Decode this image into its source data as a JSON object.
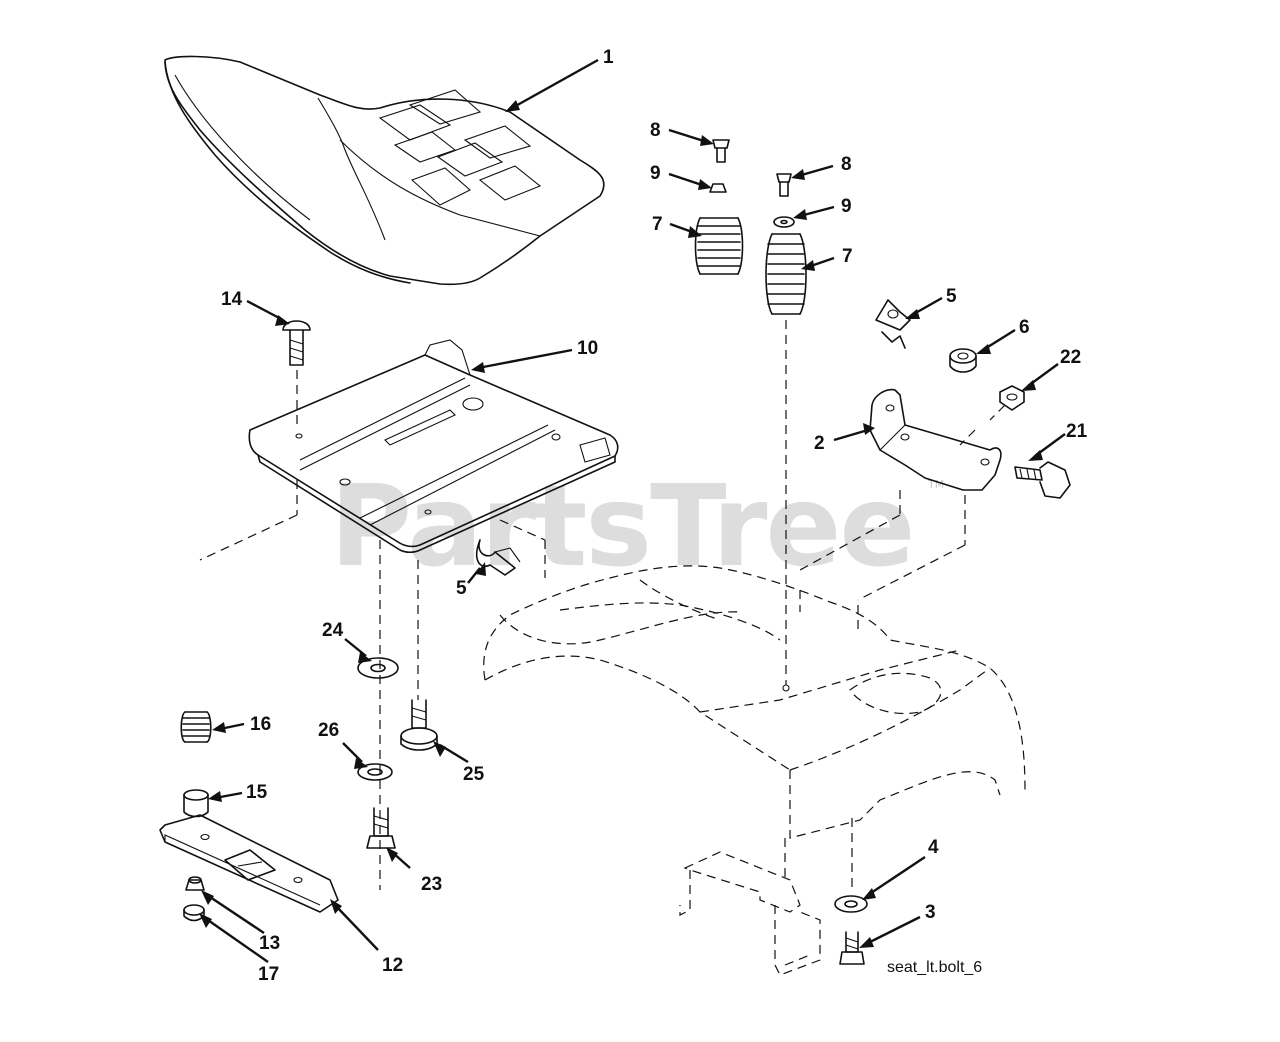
{
  "watermark": {
    "text": "PartsTree",
    "tm": "TM"
  },
  "diagram_code": "seat_lt.bolt_6",
  "callouts": [
    "1",
    "2",
    "3",
    "4",
    "5",
    "5",
    "6",
    "7",
    "7",
    "8",
    "8",
    "9",
    "9",
    "10",
    "12",
    "13",
    "14",
    "15",
    "16",
    "17",
    "21",
    "22",
    "23",
    "24",
    "25",
    "26"
  ]
}
